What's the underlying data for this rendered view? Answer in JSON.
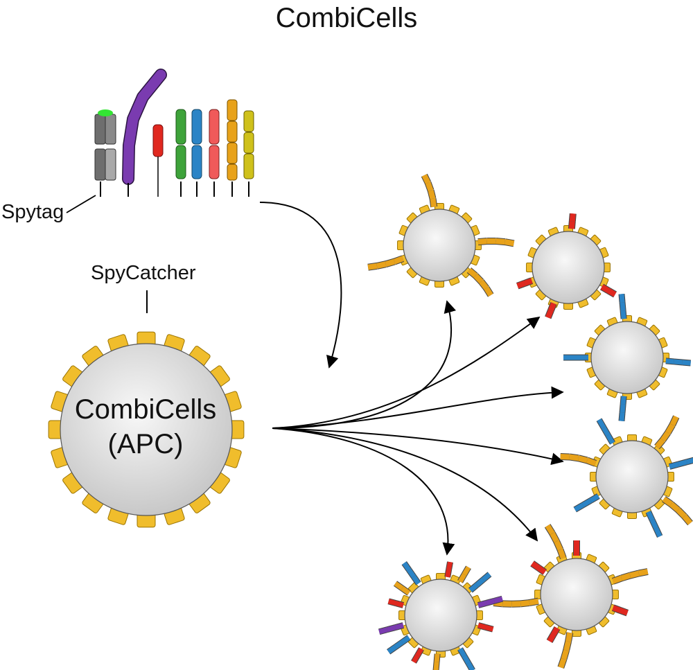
{
  "title": "CombiCells",
  "labels": {
    "spytag": "Spytag",
    "spycatcher": "SpyCatcher",
    "apc_line1": "CombiCells",
    "apc_line2": "(APC)"
  },
  "colors": {
    "catcher": "#f0bd2c",
    "catcher_border": "#9a7300",
    "cell_light": "#f7f7f7",
    "cell_dark": "#c6c6c6",
    "gray_dark": "#6e6e6e",
    "gray_light": "#a9a9a9",
    "green_tip": "#33e533",
    "purple": "#7a3bb0",
    "red": "#e0281f",
    "green": "#3ea33a",
    "blue": "#2b84c6",
    "salmon": "#f05a5a",
    "orange": "#e8a21a",
    "olive": "#cfc11b",
    "arrow": "#000000"
  },
  "icons": [
    "arrow-icon"
  ]
}
